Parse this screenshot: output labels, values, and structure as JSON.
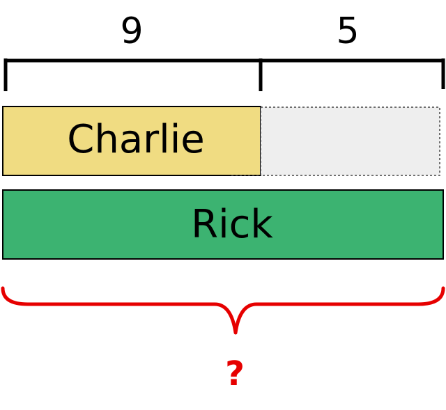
{
  "top_bracket": {
    "segments": [
      {
        "label": "9"
      },
      {
        "label": "5"
      }
    ]
  },
  "bars": {
    "charlie": {
      "label": "Charlie",
      "value": 9
    },
    "charlie_gap": {
      "value": 5
    },
    "rick": {
      "label": "Rick",
      "value": 14
    }
  },
  "bottom_brace": {
    "label": "?"
  },
  "colors": {
    "charlie_fill": "#f0dc82",
    "gap_fill": "#eeeeee",
    "rick_fill": "#3cb371",
    "brace": "#e60000",
    "outline": "#000000"
  }
}
